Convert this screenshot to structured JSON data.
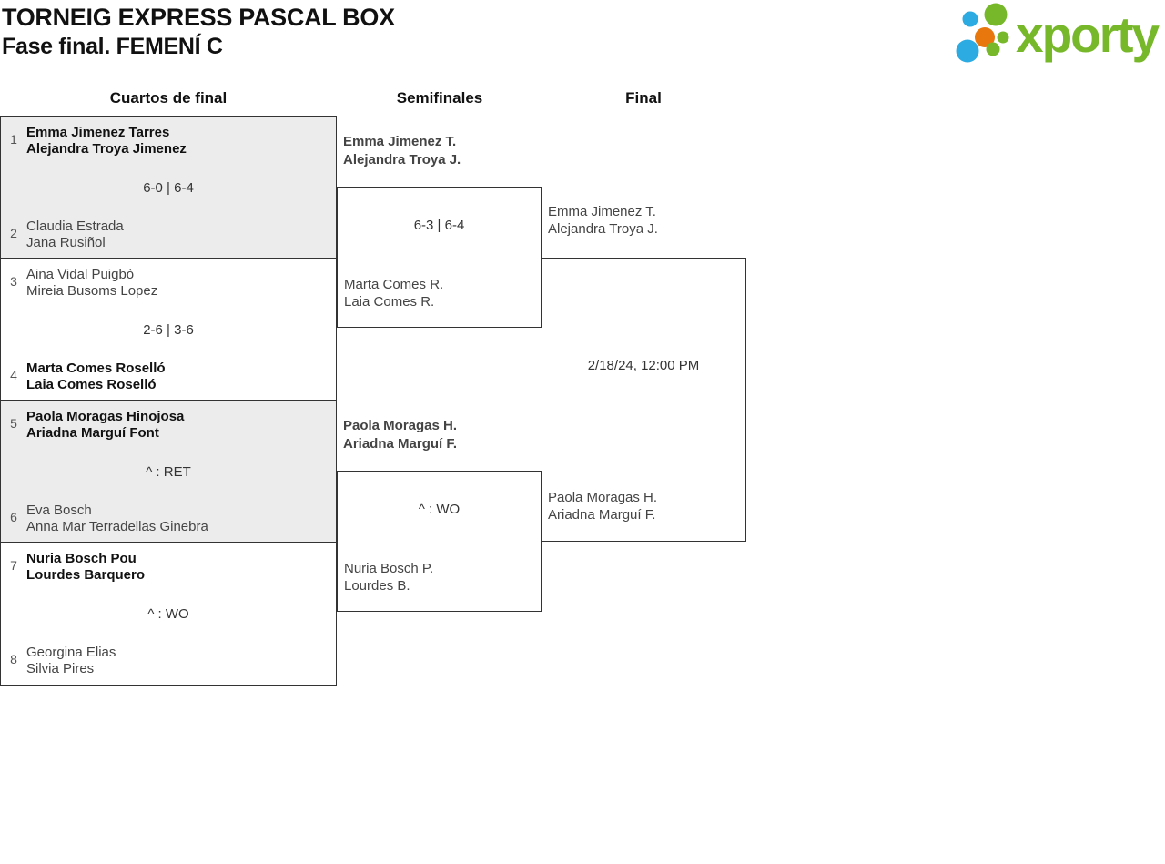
{
  "page": {
    "title_line1": "TORNEIG EXPRESS PASCAL BOX",
    "title_line2": "Fase final. FEMENÍ C",
    "logo_text": "xporty"
  },
  "columns": {
    "quarterfinals": "Cuartos de final",
    "semifinals": "Semifinales",
    "final": "Final"
  },
  "colors": {
    "logo_green": "#77b82a",
    "logo_blue": "#2babe2",
    "logo_orange": "#e8770e",
    "bracket_line": "#333333",
    "shaded_cell": "#ececec",
    "winner_text": "#111111",
    "player_text": "#444444",
    "seed_text": "#555555"
  },
  "bracket": {
    "quarterfinals": [
      {
        "seed_top": "1",
        "team_top": [
          "Emma Jimenez Tarres",
          "Alejandra Troya Jimenez"
        ],
        "top_winner": true,
        "score": "6-0 | 6-4",
        "seed_bottom": "2",
        "team_bottom": [
          "Claudia Estrada",
          "Jana Rusiñol"
        ],
        "bottom_winner": false
      },
      {
        "seed_top": "3",
        "team_top": [
          "Aina Vidal Puigbò",
          "Mireia Busoms Lopez"
        ],
        "top_winner": false,
        "score": "2-6 | 3-6",
        "seed_bottom": "4",
        "team_bottom": [
          "Marta Comes Roselló",
          "Laia Comes Roselló"
        ],
        "bottom_winner": true
      },
      {
        "seed_top": "5",
        "team_top": [
          "Paola Moragas Hinojosa",
          "Ariadna Marguí Font"
        ],
        "top_winner": true,
        "score": "^ : RET",
        "seed_bottom": "6",
        "team_bottom": [
          "Eva Bosch",
          "Anna Mar Terradellas Ginebra"
        ],
        "bottom_winner": false
      },
      {
        "seed_top": "7",
        "team_top": [
          "Nuria Bosch Pou",
          "Lourdes Barquero"
        ],
        "top_winner": true,
        "score": "^ : WO",
        "seed_bottom": "8",
        "team_bottom": [
          "Georgina Elias",
          "Silvia Pires"
        ],
        "bottom_winner": false
      }
    ],
    "semifinals": [
      {
        "team_top": [
          "Emma Jimenez T.",
          "Alejandra Troya J."
        ],
        "top_winner": true,
        "score": "6-3 | 6-4",
        "team_bottom": [
          "Marta Comes R.",
          "Laia Comes R."
        ],
        "bottom_winner": false
      },
      {
        "team_top": [
          "Paola Moragas H.",
          "Ariadna Marguí F."
        ],
        "top_winner": true,
        "score": "^ : WO",
        "team_bottom": [
          "Nuria Bosch P.",
          "Lourdes B."
        ],
        "bottom_winner": false
      }
    ],
    "final": {
      "team_top": [
        "Emma Jimenez T.",
        "Alejandra Troya J."
      ],
      "schedule": "2/18/24, 12:00 PM",
      "team_bottom": [
        "Paola Moragas H.",
        "Ariadna Marguí F."
      ]
    }
  }
}
